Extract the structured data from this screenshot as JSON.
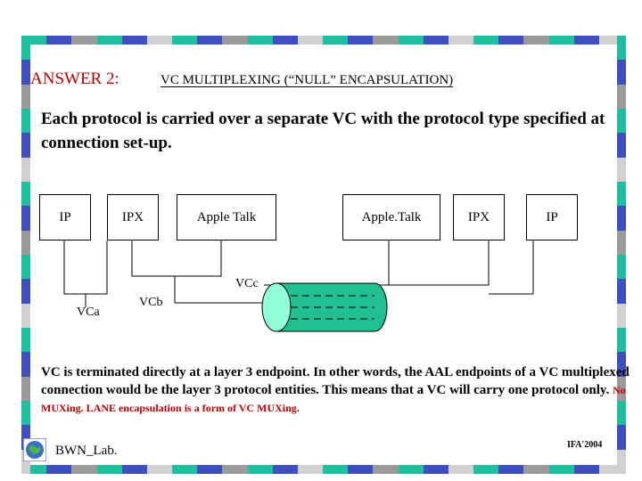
{
  "slide": {
    "heading": "ANSWER 2:",
    "subtitle": "VC MULTIPLEXING (“NULL” ENCAPSULATION)",
    "intro": "Each protocol is carried over a separate VC with the protocol type specified at connection set-up."
  },
  "diagram": {
    "left_protocols": [
      "IP",
      "IPX",
      "Apple Talk"
    ],
    "right_protocols": [
      "Apple.Talk",
      "IPX",
      "IP"
    ],
    "vc_labels": {
      "vca": "VCa",
      "vcb": "VCb",
      "vcc": "VCc"
    }
  },
  "explanation": {
    "main": "VC is terminated directly at a layer 3 endpoint. In other words, the AAL endpoints of a VC multiplexed connection would be the layer 3 protocol entities. This means that a VC will carry one protocol only.",
    "note": "No MUXing. LANE encapsulation is a form of VC MUXing."
  },
  "footer": {
    "lab_name": "BWN_Lab.",
    "right_text": "IFA'2004"
  },
  "colors": {
    "frame": [
      "#1fbf9f",
      "#3f4fbf",
      "#9a9a9a",
      "#1fbf9f",
      "#3f4fbf",
      "#d0d0d0"
    ],
    "accent_red": "#c00000",
    "pipe_fill": "#20c090",
    "pipe_end": "#90ffd8"
  },
  "icons": {
    "lab_logo": "globe-icon"
  }
}
